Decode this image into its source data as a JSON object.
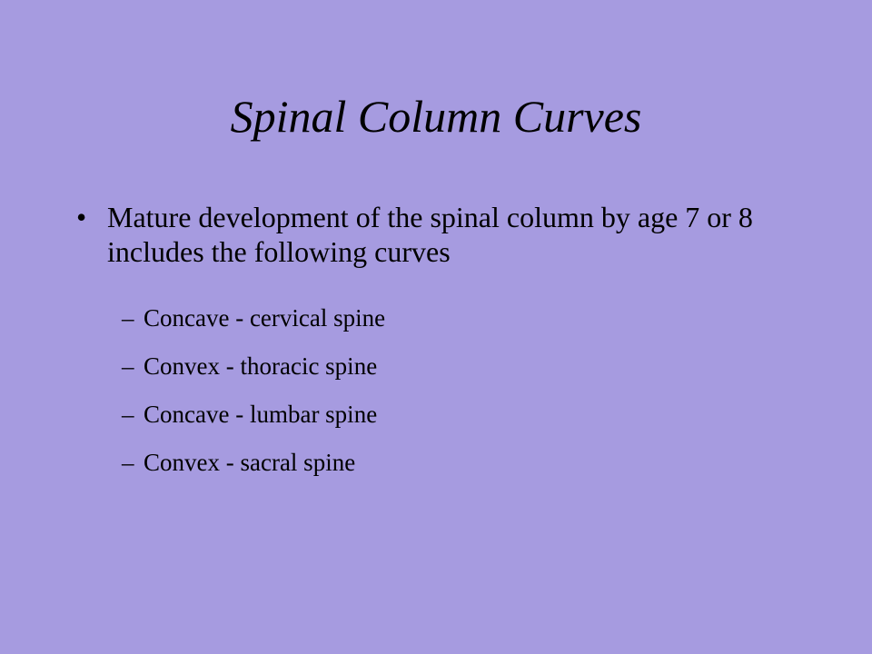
{
  "slide": {
    "title": "Spinal Column Curves",
    "bullet_symbol": "•",
    "bullet_text": "Mature development of the spinal column by age 7 or 8 includes the following curves",
    "sub_symbol": "–",
    "subitems": [
      "Concave - cervical spine",
      "Convex - thoracic spine",
      "Concave - lumbar spine",
      "Convex - sacral spine"
    ]
  },
  "colors": {
    "background": "#a69be0",
    "text": "#000000"
  }
}
